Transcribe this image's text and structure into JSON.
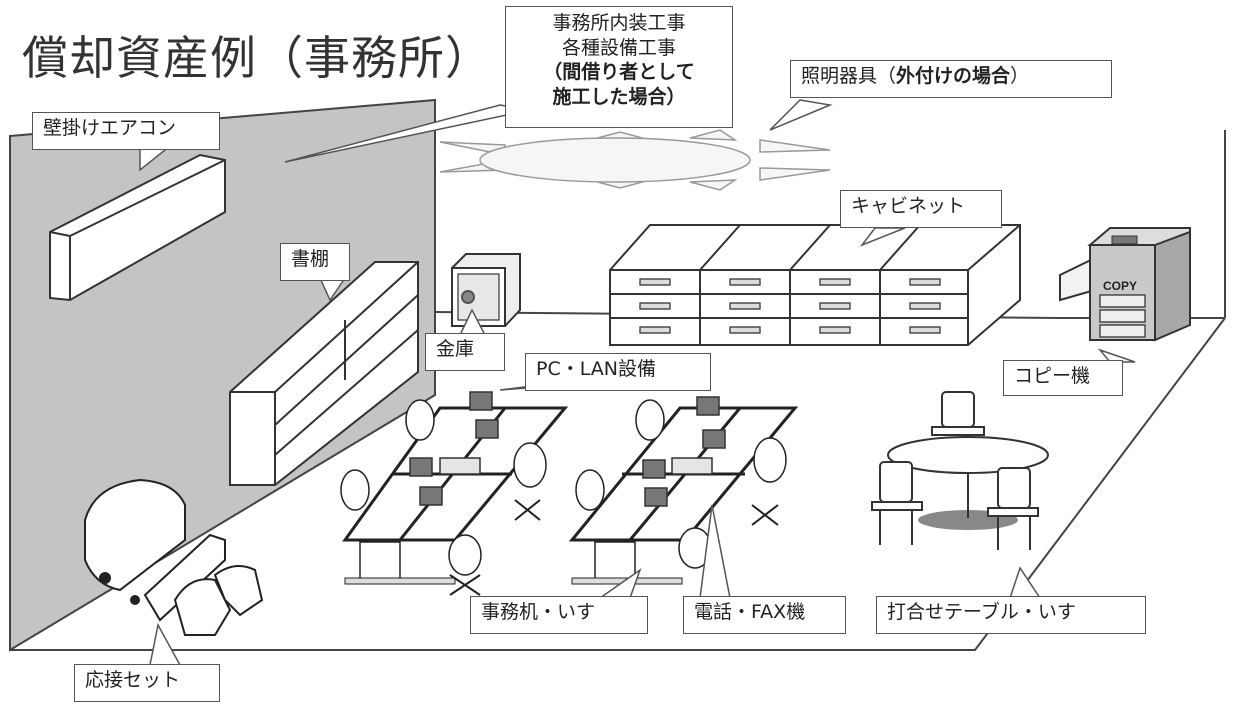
{
  "title": "償却資産例（事務所）",
  "labels": {
    "interior": {
      "line1": "事務所内装工事",
      "line2": "各種設備工事",
      "line3": "（間借り者として",
      "line4": "施工した場合）"
    },
    "lighting": {
      "prefix": "照明器具（",
      "bold": "外付けの場合",
      "suffix": "）"
    },
    "aircon": "壁掛けエアコン",
    "cabinet": "キャビネット",
    "bookshelf": "書棚",
    "safe": "金庫",
    "pc_lan": "PC・LAN設備",
    "copier": "コピー機",
    "copy_text": "COPY",
    "desk": "事務机・いす",
    "phone_fax": "電話・FAX機",
    "meeting": "打合せテーブル・いす",
    "reception": "応接セット"
  }
}
